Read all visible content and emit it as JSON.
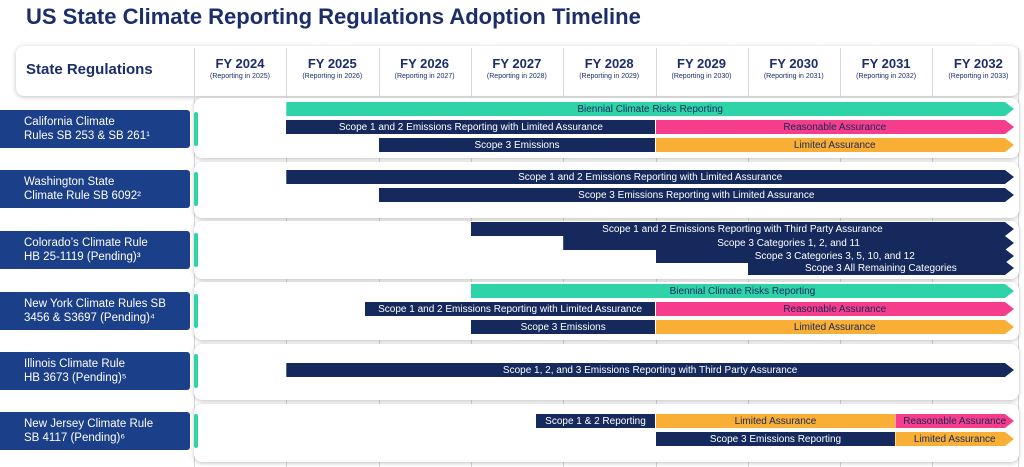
{
  "title": "US State Climate Reporting Regulations Adoption Timeline",
  "label_column_header": "State Regulations",
  "colors": {
    "navy": "#15295c",
    "teal": "#2ed3a8",
    "pink": "#f53d8c",
    "orange": "#f9ae35",
    "label_bg": "#1b3f88",
    "title": "#1b2d6b"
  },
  "years": [
    {
      "label": "FY 2024",
      "sub": "(Reporting in 2025)"
    },
    {
      "label": "FY 2025",
      "sub": "(Reporting in 2026)"
    },
    {
      "label": "FY 2026",
      "sub": "(Reporting in 2027)"
    },
    {
      "label": "FY 2027",
      "sub": "(Reporting in 2028)"
    },
    {
      "label": "FY 2028",
      "sub": "(Reporting in 2029)"
    },
    {
      "label": "FY 2029",
      "sub": "(Reporting in 2030)"
    },
    {
      "label": "FY 2030",
      "sub": "(Reporting in 2031)"
    },
    {
      "label": "FY 2031",
      "sub": "(Reporting in 2032)"
    },
    {
      "label": "FY 2032",
      "sub": "(Reporting in 2033)"
    }
  ],
  "rows": [
    {
      "label_lines": [
        "California Climate",
        "Rules SB 253 & SB 261¹"
      ],
      "bars": [
        {
          "start": 1.0,
          "end": 9.0,
          "color": "teal",
          "label": "Biennial Climate Risks Reporting",
          "arrow": true
        },
        {
          "start": 1.0,
          "end": 5.0,
          "color": "navy",
          "label": "Scope 1 and 2 Emissions Reporting with Limited Assurance",
          "arrow": false
        },
        {
          "start": 5.0,
          "end": 9.0,
          "color": "pink",
          "label": "Reasonable Assurance",
          "arrow": true
        },
        {
          "start": 2.0,
          "end": 5.0,
          "color": "navy",
          "label": "Scope 3 Emissions",
          "arrow": false
        },
        {
          "start": 5.0,
          "end": 9.0,
          "color": "orange",
          "label": "Limited Assurance",
          "arrow": true
        }
      ]
    },
    {
      "label_lines": [
        "Washington State",
        "Climate Rule SB 6092²"
      ],
      "bars": [
        {
          "start": 1.0,
          "end": 9.0,
          "color": "navy",
          "label": "Scope 1 and 2 Emissions Reporting with Limited Assurance",
          "arrow": true
        },
        {
          "start": 2.0,
          "end": 9.0,
          "color": "navy",
          "label": "Scope 3 Emissions Reporting with Limited Assurance",
          "arrow": true
        }
      ]
    },
    {
      "label_lines": [
        "Colorado’s Climate Rule",
        "HB 25-1119 (Pending)³"
      ],
      "bars": [
        {
          "start": 3.0,
          "end": 9.0,
          "color": "navy",
          "label": "Scope 1 and 2 Emissions Reporting with Third Party Assurance",
          "arrow": true
        },
        {
          "start": 4.0,
          "end": 9.0,
          "color": "navy",
          "label": "Scope 3 Categories 1, 2, and 11",
          "arrow": true
        },
        {
          "start": 5.0,
          "end": 9.0,
          "color": "navy",
          "label": "Scope 3 Categories 3, 5, 10, and 12",
          "arrow": true
        },
        {
          "start": 6.0,
          "end": 9.0,
          "color": "navy",
          "label": "Scope 3 All Remaining Categories",
          "arrow": true
        }
      ]
    },
    {
      "label_lines": [
        "New York Climate Rules SB",
        "3456 & S3697 (Pending)⁴"
      ],
      "bars": [
        {
          "start": 3.0,
          "end": 9.0,
          "color": "teal",
          "label": "Biennial Climate Risks Reporting",
          "arrow": true
        },
        {
          "start": 1.85,
          "end": 5.0,
          "color": "navy",
          "label": "Scope 1 and 2 Emissions Reporting with Limited Assurance",
          "arrow": false
        },
        {
          "start": 5.0,
          "end": 9.0,
          "color": "pink",
          "label": "Reasonable Assurance",
          "arrow": true
        },
        {
          "start": 3.0,
          "end": 5.0,
          "color": "navy",
          "label": "Scope 3 Emissions",
          "arrow": false
        },
        {
          "start": 5.0,
          "end": 9.0,
          "color": "orange",
          "label": "Limited Assurance",
          "arrow": true
        }
      ]
    },
    {
      "label_lines": [
        "Illinois Climate Rule",
        "HB 3673 (Pending)⁵"
      ],
      "bars": [
        {
          "start": 1.0,
          "end": 9.0,
          "color": "navy",
          "label": "Scope 1, 2, and 3 Emissions Reporting with Third Party Assurance",
          "arrow": true
        }
      ]
    },
    {
      "label_lines": [
        "New Jersey Climate Rule",
        "SB 4117 (Pending)⁶"
      ],
      "bars": [
        {
          "start": 3.7,
          "end": 5.0,
          "color": "navy",
          "label": "Scope 1 &  2 Reporting",
          "arrow": false
        },
        {
          "start": 5.0,
          "end": 7.6,
          "color": "orange",
          "label": "Limited Assurance",
          "arrow": false
        },
        {
          "start": 7.6,
          "end": 9.0,
          "color": "pink",
          "label": "Reasonable Assurance",
          "arrow": true
        },
        {
          "start": 5.0,
          "end": 7.6,
          "color": "navy",
          "label": "Scope 3 Emissions Reporting",
          "arrow": false
        },
        {
          "start": 7.6,
          "end": 9.0,
          "color": "orange",
          "label": "Limited Assurance",
          "arrow": true
        }
      ]
    }
  ]
}
